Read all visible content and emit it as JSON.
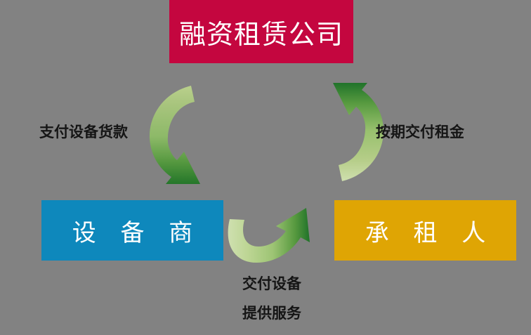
{
  "diagram": {
    "title_text": "融资租赁公司",
    "background_color": "#828282",
    "nodes": [
      {
        "id": "lessor",
        "label": "融资租赁公司",
        "color": "#c4063f",
        "text_color": "#ffffff",
        "role": "top"
      },
      {
        "id": "supplier",
        "label": "设 备 商",
        "color": "#0e88bc",
        "text_color": "#ffffff",
        "role": "bottom-left"
      },
      {
        "id": "lessee",
        "label": "承 租 人",
        "color": "#dfa504",
        "text_color": "#ffffff",
        "role": "bottom-right"
      }
    ],
    "edges": [
      {
        "id": "pay-equipment",
        "label": "支付设备货款",
        "from": "lessor",
        "to": "supplier",
        "arrow_color_start": "#b6ce88",
        "arrow_color_end": "#2a7a2e"
      },
      {
        "id": "pay-rent",
        "label": "按期交付租金",
        "from": "lessee",
        "to": "lessor",
        "arrow_color_start": "#b6ce88",
        "arrow_color_end": "#2a7a2e"
      },
      {
        "id": "deliver-equipment",
        "label_line1": "交付设备",
        "label_line2": "提供服务",
        "from": "supplier",
        "to": "lessee",
        "arrow_color_start": "#c4d9a0",
        "arrow_color_end": "#2a7a2e"
      }
    ],
    "icons": {
      "left_arrow": "curved-arrow-down-icon",
      "right_arrow": "curved-arrow-up-icon",
      "bottom_arrow": "curved-arrow-right-icon"
    }
  }
}
